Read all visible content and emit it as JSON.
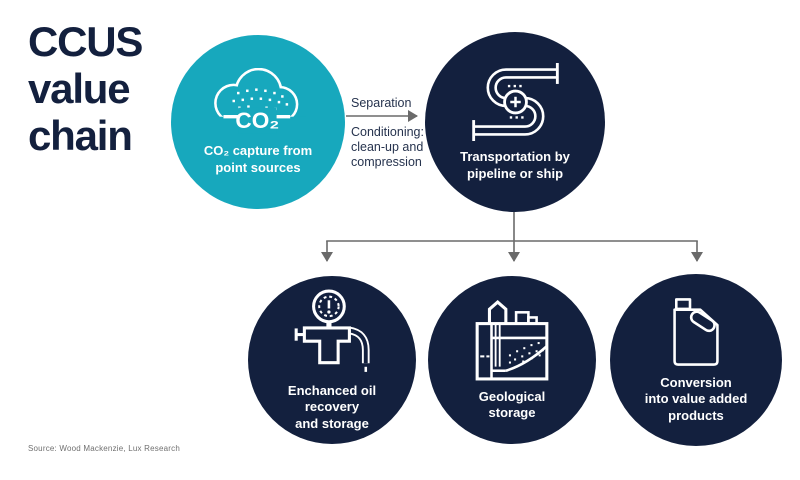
{
  "title": {
    "lines": [
      "CCUS",
      "value",
      "chain"
    ]
  },
  "flow": {
    "separation_label": "Separation",
    "conditioning_lines": [
      "Conditioning:",
      "clean-up and",
      "compression"
    ]
  },
  "nodes": {
    "capture": {
      "lines": [
        "CO₂ capture from",
        "point sources"
      ]
    },
    "transport": {
      "lines": [
        "Transportation by",
        "pipeline or ship"
      ]
    },
    "eor": {
      "lines": [
        "Enchanced oil",
        "recovery",
        "and storage"
      ]
    },
    "geological": {
      "lines": [
        "Geological",
        "storage"
      ]
    },
    "conversion": {
      "lines": [
        "Conversion",
        "into value added",
        "products"
      ]
    }
  },
  "icons": {
    "cloud_label": "CO₂",
    "capture": "co2-cloud-icon",
    "transport": "pipeline-icon",
    "eor": "pressure-gauge-pump-icon",
    "geological": "geological-storage-icon",
    "conversion": "jerrycan-icon"
  },
  "source_note": "Source: Wood Mackenzie, Lux Research",
  "colors": {
    "background": "#ffffff",
    "teal": "#17a8bd",
    "navy": "#13203e",
    "connector_gray": "#6a6a6a",
    "label_navy": "#26334e",
    "source_gray": "#707070",
    "icon_white": "#ffffff"
  }
}
